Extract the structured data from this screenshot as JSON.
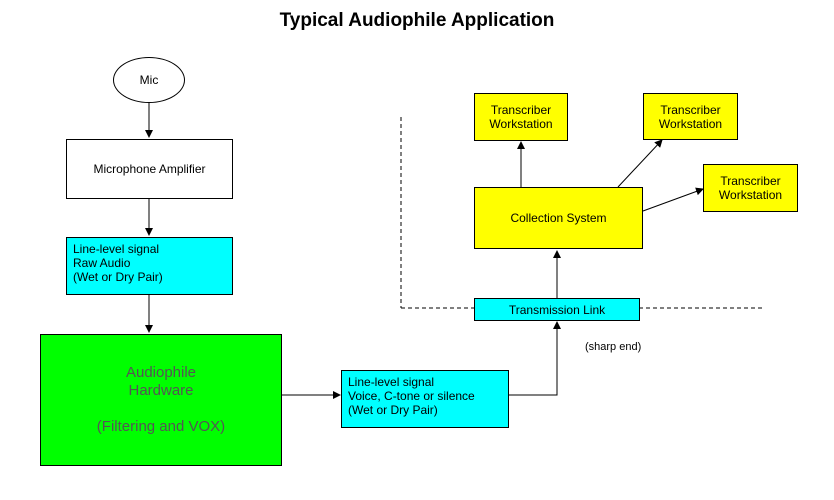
{
  "title": "Typical Audiophile Application",
  "nodes": {
    "mic": "Mic",
    "mic_amp": "Microphone Amplifier",
    "line_raw": [
      "Line-level signal",
      "Raw Audio",
      "(Wet or Dry Pair)"
    ],
    "hardware": [
      "Audiophile",
      "Hardware",
      "",
      "(Filtering and VOX)"
    ],
    "line_voice": [
      "Line-level signal",
      "Voice, C-tone or silence",
      "(Wet or Dry Pair)"
    ],
    "transmission": "Transmission Link",
    "collection": "Collection System",
    "workstations": [
      [
        "Transcriber",
        "Workstation"
      ],
      [
        "Transcriber",
        "Workstation"
      ],
      [
        "Transcriber",
        "Workstation"
      ]
    ]
  },
  "annotation": "(sharp end)",
  "colors": {
    "cyan": "#00ffff",
    "green": "#00ff00",
    "yellow": "#ffff00",
    "white": "#ffffff",
    "line": "#000000"
  }
}
